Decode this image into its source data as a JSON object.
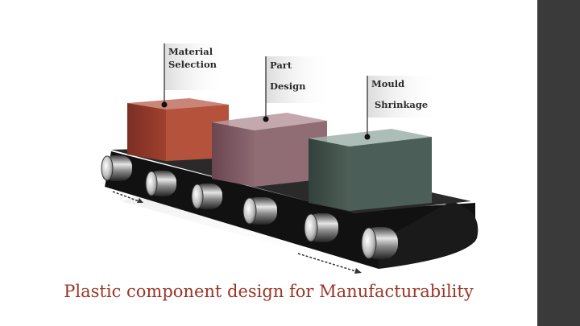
{
  "slide": {
    "title": "Plastic component design for Manufacturability",
    "title_color": "#9a3526",
    "sidebar_color": "#3a3a3a",
    "flags": [
      {
        "line1": "Material",
        "line2": "Selection"
      },
      {
        "line1": "Part",
        "line2": "Design"
      },
      {
        "line1": "Mould",
        "line2": "Shrinkage"
      }
    ],
    "box_colors": [
      "#8e3a2a",
      "#7a5660",
      "#3d4e48"
    ]
  }
}
